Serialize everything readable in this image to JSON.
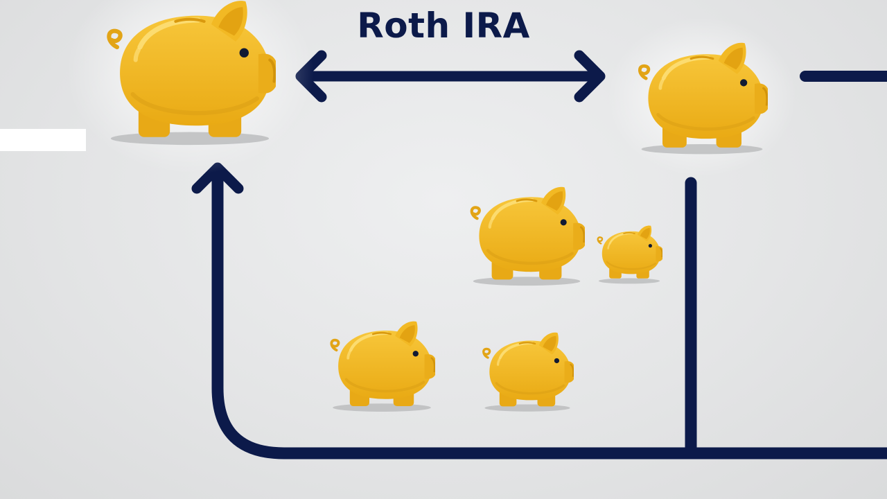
{
  "title": "Roth IRA",
  "colors": {
    "line": "#0c1a4a",
    "pig_body": "#f0b520",
    "pig_shade": "#d99a10",
    "pig_highlight": "#fad25a",
    "shadow": "#b9babc",
    "background": "#e6e7e8"
  },
  "pigs": [
    {
      "name": "piggy-bank-large-top-left",
      "icon": "piggy-bank-icon"
    },
    {
      "name": "piggy-bank-top-right",
      "icon": "piggy-bank-icon"
    },
    {
      "name": "piggy-bank-middle",
      "icon": "piggy-bank-icon"
    },
    {
      "name": "piggy-bank-small-middle",
      "icon": "piggy-bank-icon"
    },
    {
      "name": "piggy-bank-bottom-left",
      "icon": "piggy-bank-icon"
    },
    {
      "name": "piggy-bank-bottom-right",
      "icon": "piggy-bank-icon"
    }
  ]
}
